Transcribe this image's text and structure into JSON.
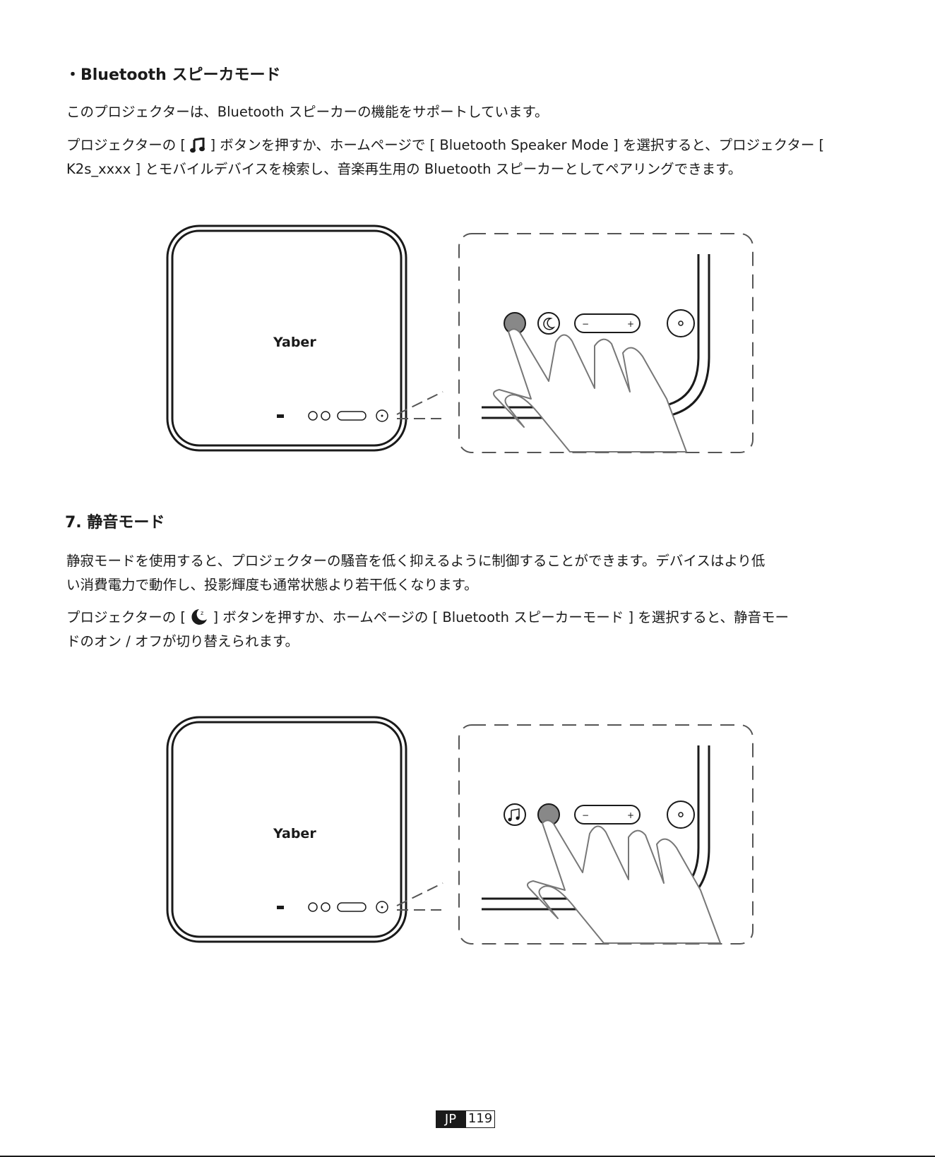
{
  "section1": {
    "title": "・Bluetooth スピーカモード",
    "p1": "このプロジェクターは、Bluetooth スピーカーの機能をサポートしています。",
    "p2_a": "プロジェクターの [",
    "p2_b": "] ボタンを押すか、ホームページで [ Bluetooth Speaker Mode ] を選択すると、プロジェクター [",
    "p2_line2": "K2s_xxxx ] とモバイルデバイスを検索し、音楽再生用の Bluetooth スピーカーとしてペアリングできます。"
  },
  "section2": {
    "title": "7. 静音モード",
    "p1_line1": "静寂モードを使用すると、プロジェクターの騒音を低く抑えるように制御することができます。デバイスはより低",
    "p1_line2": "い消費電力で動作し、投影輝度も通常状態より若干低くなります。",
    "p2_a": "プロジェクターの [",
    "p2_b": "] ボタンを押すか、ホームページの [ Bluetooth スピーカーモード ] を選択すると、静音モー",
    "p2_line2": "ドのオン / オフが切り替えられます。"
  },
  "figure": {
    "logo": "Yaber",
    "minus": "−",
    "plus": "+",
    "power": "∘"
  },
  "icons": [
    "music-note-icon",
    "sleep-moon-icon"
  ],
  "footer": {
    "lang": "JP",
    "page": "119"
  }
}
